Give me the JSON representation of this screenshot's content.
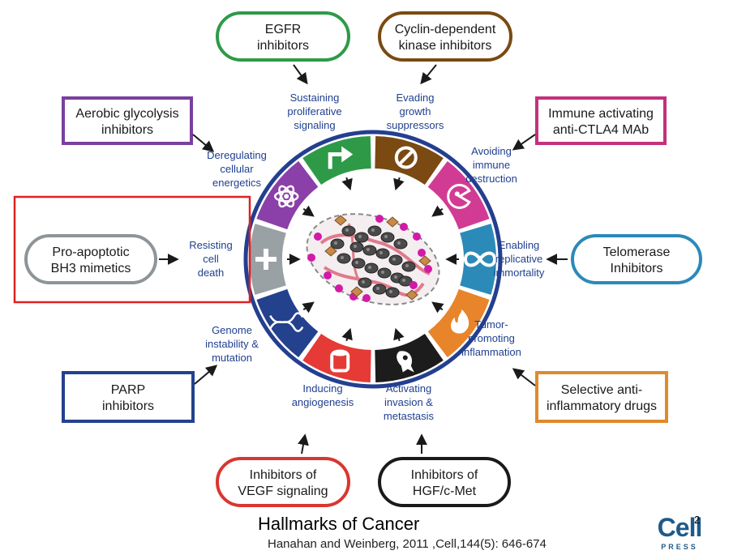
{
  "diagram": {
    "drug_boxes": [
      {
        "id": "egfr",
        "lines": [
          "EGFR",
          "inhibitors"
        ],
        "color": "#2e9a47",
        "shape": "rounded"
      },
      {
        "id": "cdk",
        "lines": [
          "Cyclin-dependent",
          "kinase inhibitors"
        ],
        "color": "#7a4a12",
        "shape": "rounded"
      },
      {
        "id": "ctla4",
        "lines": [
          "Immune activating",
          "anti-CTLA4 MAb"
        ],
        "color": "#c4307e",
        "shape": "rect"
      },
      {
        "id": "telomerase",
        "lines": [
          "Telomerase",
          "Inhibitors"
        ],
        "color": "#2b8ab8",
        "shape": "rounded"
      },
      {
        "id": "antiinflam",
        "lines": [
          "Selective anti-",
          "inflammatory drugs"
        ],
        "color": "#e08a2a",
        "shape": "rect"
      },
      {
        "id": "hgf",
        "lines": [
          "Inhibitors of",
          "HGF/c-Met"
        ],
        "color": "#1a1a1a",
        "shape": "rounded"
      },
      {
        "id": "vegf",
        "lines": [
          "Inhibitors of",
          "VEGF signaling"
        ],
        "color": "#d9362f",
        "shape": "rounded"
      },
      {
        "id": "parp",
        "lines": [
          "PARP",
          "inhibitors"
        ],
        "color": "#24418e",
        "shape": "rect"
      },
      {
        "id": "bh3",
        "lines": [
          "Pro-apoptotic",
          "BH3 mimetics"
        ],
        "color": "#8e9598",
        "shape": "rounded"
      },
      {
        "id": "glycolysis",
        "lines": [
          "Aerobic glycolysis",
          "inhibitors"
        ],
        "color": "#7b3f9e",
        "shape": "rect"
      }
    ],
    "hallmarks": [
      {
        "id": "proliferative",
        "lines": [
          "Sustaining",
          "proliferative",
          "signaling"
        ],
        "color": "#2e9a47",
        "icon": "arrow-up-right-icon"
      },
      {
        "id": "growth",
        "lines": [
          "Evading",
          "growth",
          "suppressors"
        ],
        "color": "#7a4a12",
        "icon": "no-entry-icon"
      },
      {
        "id": "immune",
        "lines": [
          "Avoiding",
          "immune",
          "destruction"
        ],
        "color": "#d23b93",
        "icon": "pacman-cell-icon"
      },
      {
        "id": "immortality",
        "lines": [
          "Enabling",
          "replicative",
          "immortality"
        ],
        "color": "#2b8ab8",
        "icon": "infinity-icon"
      },
      {
        "id": "inflammation",
        "lines": [
          "Tumor-",
          "promoting",
          "inflammation"
        ],
        "color": "#e8842a",
        "icon": "flame-icon"
      },
      {
        "id": "metastasis",
        "lines": [
          "Activating",
          "invasion &",
          "metastasis"
        ],
        "color": "#1c1c1c",
        "icon": "migrating-cell-icon"
      },
      {
        "id": "angiogenesis",
        "lines": [
          "Inducing",
          "angiogenesis"
        ],
        "color": "#e53a36",
        "icon": "blood-vessel-icon"
      },
      {
        "id": "genome",
        "lines": [
          "Genome",
          "instability &",
          "mutation"
        ],
        "color": "#24418e",
        "icon": "dna-icon"
      },
      {
        "id": "death",
        "lines": [
          "Resisting",
          "cell",
          "death"
        ],
        "color": "#9aa1a4",
        "icon": "cross-icon"
      },
      {
        "id": "energetics",
        "lines": [
          "Deregulating",
          "cellular",
          "energetics"
        ],
        "color": "#8b3fa8",
        "icon": "atom-icon"
      }
    ],
    "highlight_color": "#e02020",
    "ring_color": "#233f8f"
  },
  "footer": {
    "title": "Hallmarks of Cancer",
    "citation": "Hanahan and Weinberg, 2011 ,Cell,144(5): 646-674",
    "slide_number": "2",
    "logo_word": "Cell",
    "logo_press": "PRESS"
  }
}
